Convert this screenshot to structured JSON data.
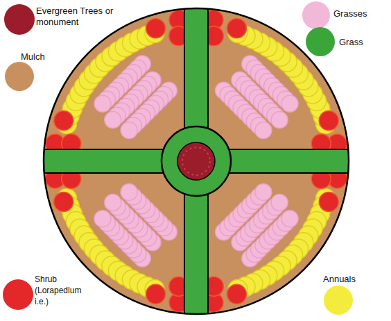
{
  "diagram": {
    "legend": [
      {
        "text": "Evergreen Trees or monument",
        "color": "#9b1c2a"
      },
      {
        "text": "Grasses",
        "color": "#f2b8d8"
      },
      {
        "text": "Grass",
        "color": "#3aa63a"
      },
      {
        "text": "Mulch",
        "color": "#c8905e"
      },
      {
        "text": "Shrub (Lorapedlum i.e.)",
        "color": "#e4282a"
      },
      {
        "text": "Annuals",
        "color": "#f3ec3c"
      }
    ]
  }
}
